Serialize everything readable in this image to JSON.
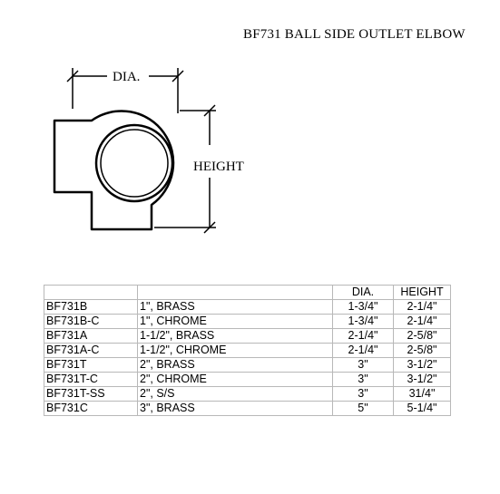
{
  "title": "BF731 BALL SIDE OUTLET ELBOW",
  "drawing": {
    "dia_label": "DIA.",
    "height_label": "HEIGHT"
  },
  "table": {
    "header": {
      "model": "",
      "description": "",
      "dia": "DIA.",
      "height": "HEIGHT"
    },
    "rows": [
      {
        "model": "BF731B",
        "description": "1\", BRASS",
        "dia": "1-3/4\"",
        "height": "2-1/4\""
      },
      {
        "model": "BF731B-C",
        "description": "1\", CHROME",
        "dia": "1-3/4\"",
        "height": "2-1/4\""
      },
      {
        "model": "BF731A",
        "description": "1-1/2\", BRASS",
        "dia": "2-1/4\"",
        "height": "2-5/8\""
      },
      {
        "model": "BF731A-C",
        "description": "1-1/2\", CHROME",
        "dia": "2-1/4\"",
        "height": "2-5/8\""
      },
      {
        "model": "BF731T",
        "description": "2\", BRASS",
        "dia": "3\"",
        "height": "3-1/2\""
      },
      {
        "model": "BF731T-C",
        "description": "2\", CHROME",
        "dia": "3\"",
        "height": "3-1/2\""
      },
      {
        "model": "BF731T-SS",
        "description": "2\", S/S",
        "dia": "3\"",
        "height": "31/4\""
      },
      {
        "model": "BF731C",
        "description": "3\", BRASS",
        "dia": "5\"",
        "height": "5-1/4\""
      }
    ]
  }
}
